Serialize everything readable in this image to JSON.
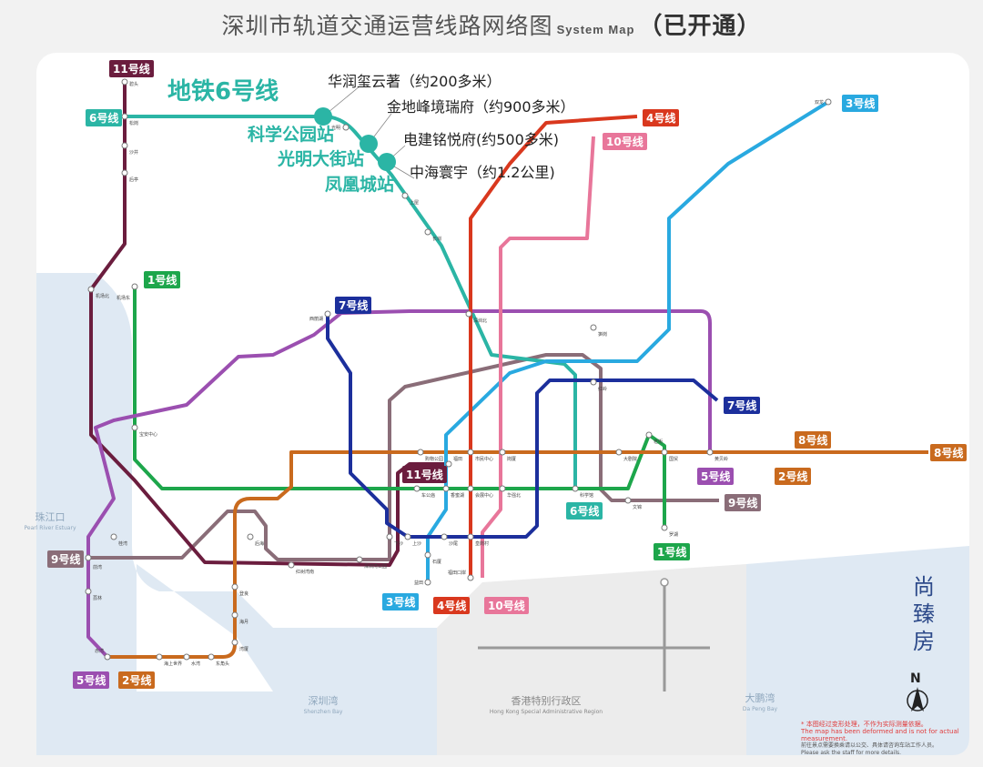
{
  "title": {
    "cn": "深圳市轨道交通运营线路网络图",
    "en": "System Map",
    "status": "（已开通）"
  },
  "highlight": {
    "line_heading": "地铁6号线",
    "stations": [
      "科学公园站",
      "光明大街站",
      "凤凰城站"
    ],
    "properties": [
      "华润玺云著（约200多米）",
      "金地峰境瑞府（约900多米）",
      "电建铭悦府(约500多米)",
      "中海寰宇（约1.2公里)"
    ]
  },
  "lines": [
    {
      "label": "11号线",
      "color": "#6b1d3e"
    },
    {
      "label": "6号线",
      "color": "#2bb5a5"
    },
    {
      "label": "1号线",
      "color": "#1da64b"
    },
    {
      "label": "7号线",
      "color": "#1c2f9c"
    },
    {
      "label": "3号线",
      "color": "#29a9e0"
    },
    {
      "label": "4号线",
      "color": "#d9381e"
    },
    {
      "label": "10号线",
      "color": "#e8769a"
    },
    {
      "label": "5号线",
      "color": "#9b4fb0"
    },
    {
      "label": "2号线",
      "color": "#c96a1e"
    },
    {
      "label": "8号线",
      "color": "#c96a1e"
    },
    {
      "label": "9号线",
      "color": "#8a6d78"
    }
  ],
  "stations": [
    "碧头",
    "松岗",
    "沙井",
    "后亭",
    "机场北",
    "机场东",
    "宝安中心",
    "前湾",
    "桂湾",
    "荔林",
    "赤湾",
    "海上世界",
    "水湾",
    "东角头",
    "湾厦",
    "海月",
    "登良",
    "后海",
    "红树湾南",
    "深圳湾公园",
    "车公庙",
    "香蜜湖",
    "购物公园",
    "福田",
    "市民中心",
    "会展中心",
    "岗厦",
    "华强北",
    "科学馆",
    "大剧院",
    "老街",
    "国贸",
    "罗湖",
    "黄贝岭",
    "福田口岸",
    "益田",
    "石厦",
    "皇岗村",
    "沙尾",
    "上沙",
    "下沙",
    "红岭",
    "笋岗",
    "文锦",
    "西丽湖",
    "深圳北",
    "双龙",
    "光明",
    "上屋",
    "长圳"
  ],
  "regions": [
    {
      "cn": "珠江口",
      "en": "Pearl River Estuary"
    },
    {
      "cn": "深圳湾",
      "en": "Shenzhen Bay"
    },
    {
      "cn": "香港特别行政区",
      "en": "Hong Kong Special Administrative Region"
    },
    {
      "cn": "大鹏湾",
      "en": "Da Peng Bay"
    }
  ],
  "watermark": "尚臻房",
  "north": "N",
  "notice": {
    "line1": "* 本图经过变形处理，不作为实际测量依据。",
    "line2": "The map has been deformed and is not for actual measurement.",
    "line3": "前往景点需要换乘请以公交、具体请咨询车站工作人员。",
    "line4": "Please ask the staff for more details."
  }
}
